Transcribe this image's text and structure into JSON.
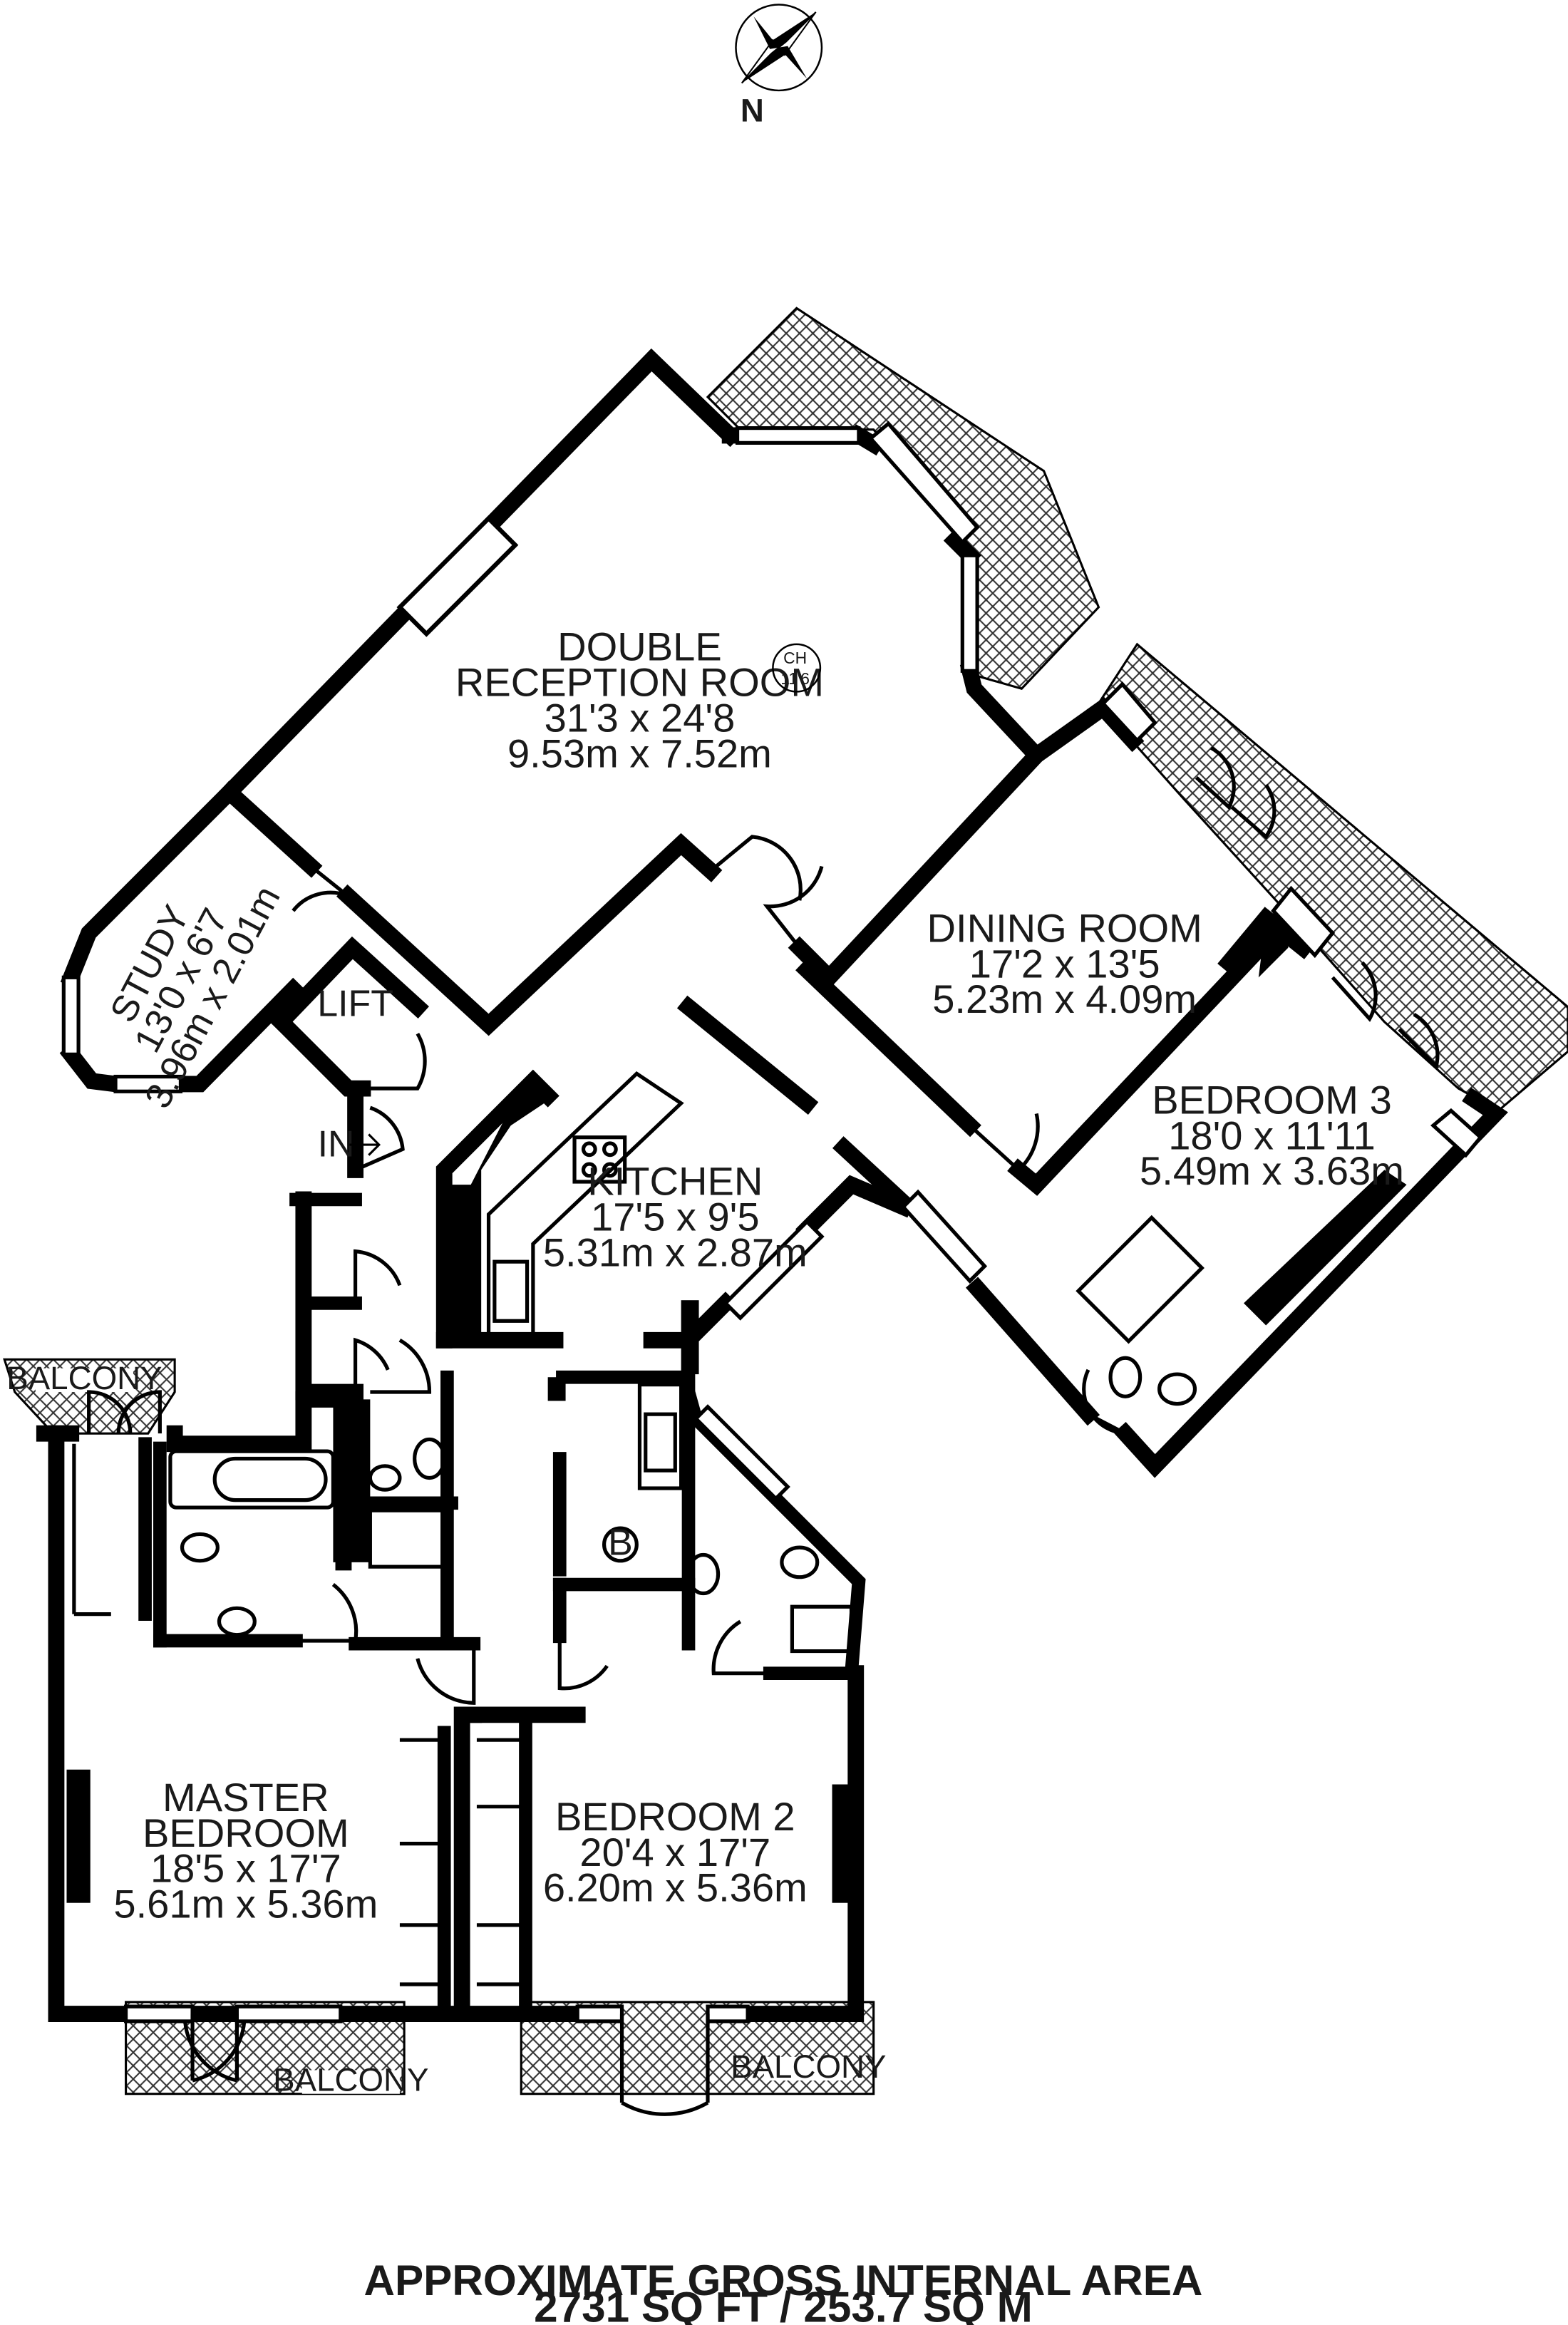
{
  "compass": {
    "north_label": "N",
    "icon": "compass-rose-icon"
  },
  "rooms": {
    "reception": {
      "name_line1": "DOUBLE",
      "name_line2": "RECEPTION ROOM",
      "size_imperial": "31'3 x 24'8",
      "size_metric": "9.53m x 7.52m"
    },
    "ceiling_height": {
      "label": "CH",
      "value": "11'6"
    },
    "study": {
      "name_dims": "STUDY",
      "size_imperial": "13'0 x 6'7",
      "size_metric": "3.96m x 2.01m"
    },
    "lift": {
      "name": "LIFT"
    },
    "entrance": {
      "label": "IN"
    },
    "kitchen": {
      "name": "KITCHEN",
      "size_imperial": "17'5 x 9'5",
      "size_metric": "5.31m x 2.87m"
    },
    "dining": {
      "name": "DINING ROOM",
      "size_imperial": "17'2 x 13'5",
      "size_metric": "5.23m x 4.09m"
    },
    "bedroom3": {
      "name": "BEDROOM 3",
      "size_imperial": "18'0 x 11'11",
      "size_metric": "5.49m x 3.63m"
    },
    "boiler": {
      "label": "B"
    },
    "master": {
      "name_line1": "MASTER",
      "name_line2": "BEDROOM",
      "size_imperial": "18'5 x 17'7",
      "size_metric": "5.61m x 5.36m"
    },
    "bedroom2": {
      "name": "BEDROOM 2",
      "size_imperial": "20'4 x 17'7",
      "size_metric": "6.20m x 5.36m"
    }
  },
  "balconies": [
    "BALCONY",
    "BALCONY",
    "BALCONY"
  ],
  "footer": {
    "line1": "APPROXIMATE GROSS INTERNAL AREA",
    "line2": "2731 SQ FT / 253.7 SQ M"
  }
}
